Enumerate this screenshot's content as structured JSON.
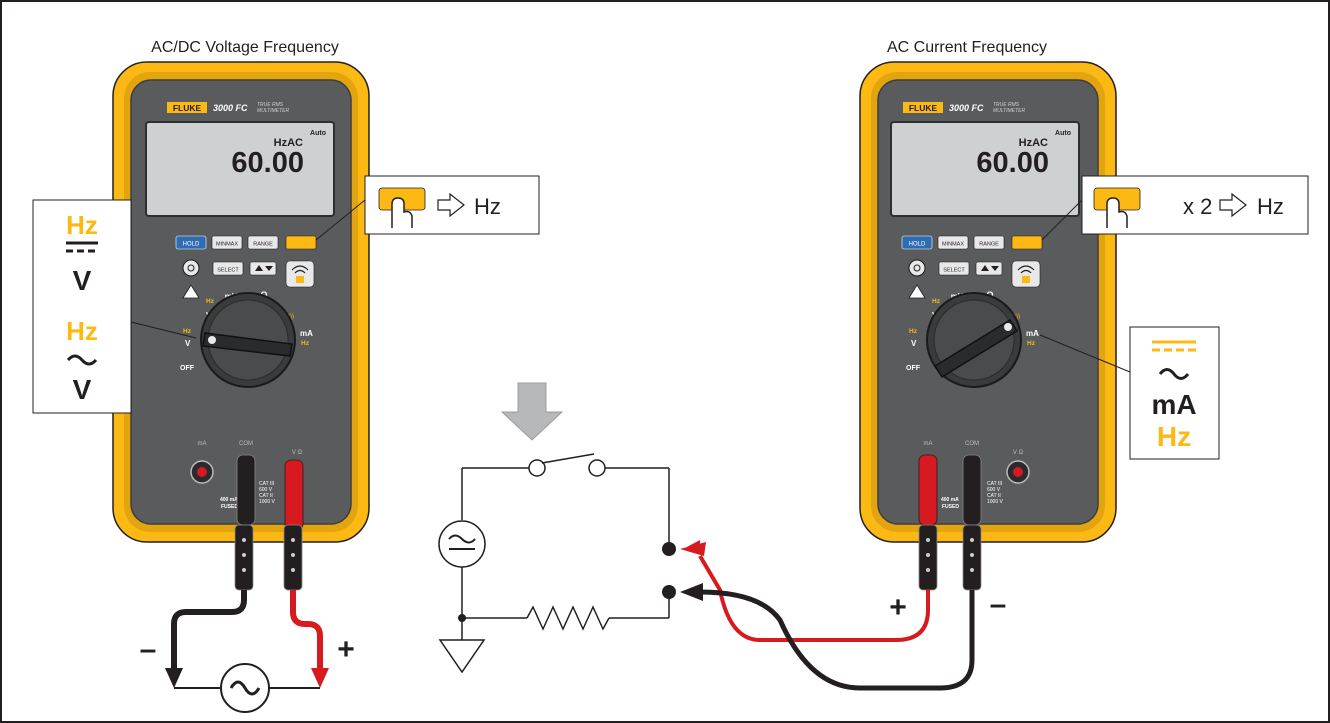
{
  "left_panel": {
    "title": "AC/DC Voltage Frequency",
    "brand": "FLUKE",
    "model": "3000 FC",
    "model_sub_1": "TRUE RMS",
    "model_sub_2": "MULTIMETER",
    "display_mode": "HzAC",
    "display_value": "60.00",
    "display_range": "Auto",
    "callout_arrow_text": "Hz",
    "dial_callout_top_hz": "Hz",
    "dial_callout_top_v": "V",
    "dial_callout_bottom_hz": "Hz",
    "dial_callout_bottom_v": "V",
    "probe_minus": "–",
    "probe_plus": "+"
  },
  "right_panel": {
    "title": "AC Current Frequency",
    "brand": "FLUKE",
    "model": "3000 FC",
    "model_sub_1": "TRUE RMS",
    "model_sub_2": "MULTIMETER",
    "display_mode": "HzAC",
    "display_value": "60.00",
    "display_range": "Auto",
    "callout_arrow_text": "x 2",
    "callout_hz": "Hz",
    "dial_callout_ma": "mA",
    "dial_callout_hz": "Hz",
    "probe_minus": "–",
    "probe_plus": "+"
  },
  "buttons": {
    "hold": "HOLD",
    "minmax": "MINMAX",
    "range": "RANGE",
    "select": "SELECT"
  },
  "dial_labels": {
    "off": "OFF",
    "mv": "mV",
    "ohm": "Ω",
    "ma": "mA",
    "hz": "Hz",
    "v": "V"
  },
  "jacks": {
    "ma": "mA",
    "com": "COM",
    "v_ohm": "V Ω",
    "fused_1": "400 mA",
    "fused_2": "FUSED",
    "cat_1": "CAT III",
    "cat_2": "600 V",
    "cat_3": "CAT II",
    "cat_4": "1000 V"
  },
  "colors": {
    "accent_yellow": "#FDB913",
    "body_grey": "#58595b",
    "probe_red": "#d71920",
    "probe_black": "#231f20",
    "button_blue": "#2e6db4"
  }
}
